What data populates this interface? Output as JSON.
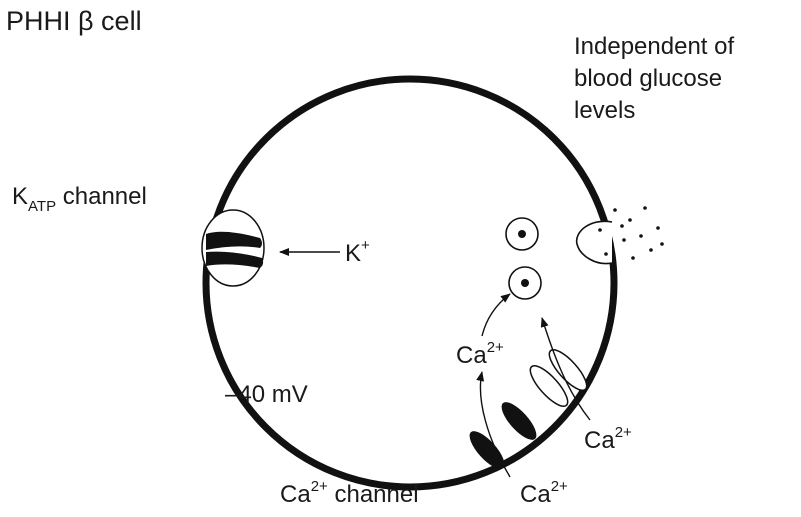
{
  "diagram": {
    "title": {
      "main": "PHHI ",
      "greek": "β",
      "rest": " cell"
    },
    "independent_note": [
      "Independent of",
      "blood glucose",
      "levels"
    ],
    "katp_label": {
      "base": "K",
      "sub": "ATP",
      "rest": " channel"
    },
    "potassium_label": {
      "base": "K",
      "sup": "+"
    },
    "membrane_potential": "–40 mV",
    "calcium_channel_label": {
      "base": "Ca",
      "sup": "2+",
      "rest": " channel"
    },
    "calcium_ion": {
      "base": "Ca",
      "sup": "2+"
    }
  }
}
